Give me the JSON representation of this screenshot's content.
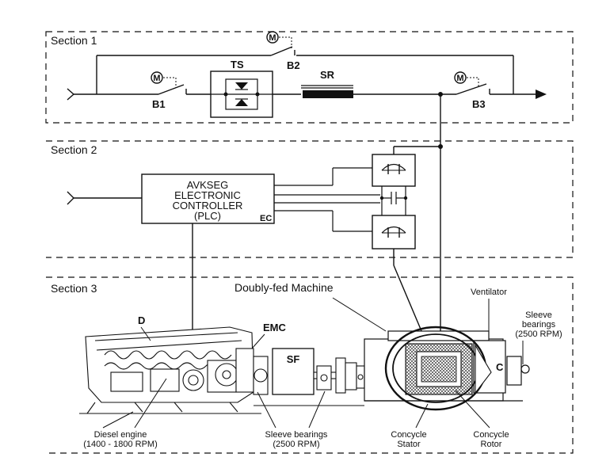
{
  "sections": {
    "s1": "Section 1",
    "s2": "Section 2",
    "s3": "Section 3"
  },
  "section1": {
    "motor_symbol": "M",
    "b1": "B1",
    "b2": "B2",
    "b3": "B3",
    "ts": "TS",
    "sr": "SR"
  },
  "section2": {
    "controller": [
      "AVKSEG",
      "ELECTRONIC",
      "CONTROLLER",
      "(PLC)"
    ],
    "ec": "EC"
  },
  "section3": {
    "machine_title": "Doubly-fed Machine",
    "ventilator": "Ventilator",
    "sleeve_right": [
      "Sleeve",
      "bearings",
      "(2500 RPM)"
    ],
    "d": "D",
    "emc": "EMC",
    "sf": "SF",
    "c": "C",
    "diesel": [
      "Diesel engine",
      "(1400 - 1800 RPM)"
    ],
    "sleeve_bottom": [
      "Sleeve bearings",
      "(2500 RPM)"
    ],
    "stator": [
      "Concycle",
      "Stator"
    ],
    "rotor": [
      "Concycle",
      "Rotor"
    ]
  }
}
